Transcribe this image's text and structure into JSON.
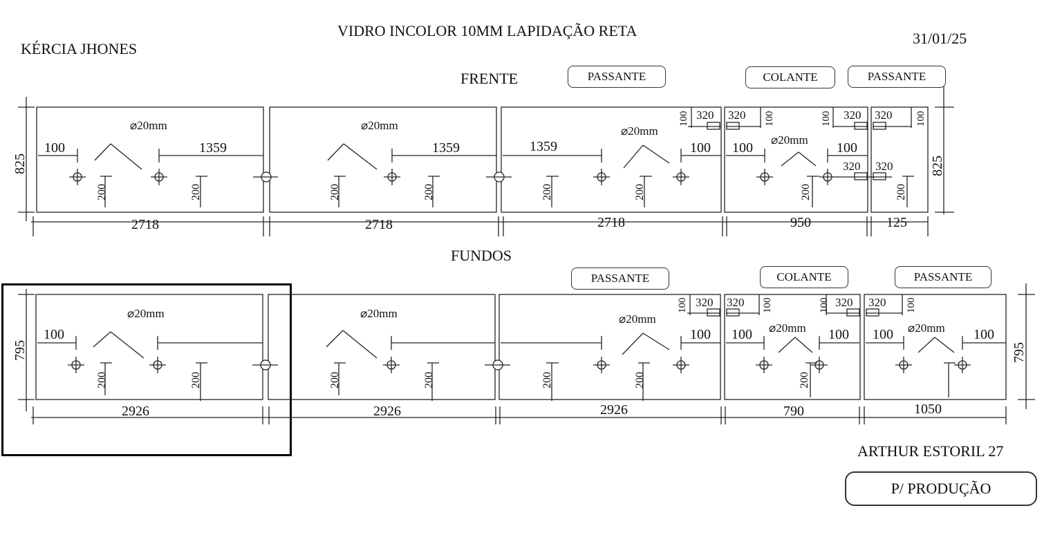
{
  "header": {
    "client": "KÉRCIA JHONES",
    "title": "VIDRO INCOLOR 10MM LAPIDAÇÃO RETA",
    "date": "31/01/25"
  },
  "footer": {
    "address": "ARTHUR ESTORIL 27",
    "status": "P/ PRODUÇÃO"
  },
  "colors": {
    "line": "#222222",
    "highlight": "#000000"
  },
  "sections": [
    {
      "label": "FRENTE",
      "height_label": "825",
      "tags": [
        "PASSANTE",
        "COLANTE",
        "PASSANTE"
      ],
      "panels": [
        {
          "width": "2718",
          "hole_dia": "⌀20mm",
          "dims": [
            "100",
            "1359",
            "200",
            "200"
          ]
        },
        {
          "width": "2718",
          "hole_dia": "⌀20mm",
          "dims": [
            "1359",
            "200",
            "200"
          ]
        },
        {
          "width": "2718",
          "hole_dia": "⌀20mm",
          "dims": [
            "1359",
            "100",
            "200",
            "200",
            "100",
            "320"
          ]
        },
        {
          "width": "950",
          "hole_dia": "⌀20mm",
          "dims": [
            "320",
            "100",
            "100",
            "100",
            "100",
            "320",
            "320",
            "200"
          ]
        },
        {
          "width": "125",
          "hole_dia": "",
          "dims": [
            "320",
            "100",
            "320",
            "200"
          ]
        }
      ]
    },
    {
      "label": "FUNDOS",
      "height_label": "795",
      "tags": [
        "PASSANTE",
        "COLANTE",
        "PASSANTE"
      ],
      "panels": [
        {
          "width": "2926",
          "hole_dia": "⌀20mm",
          "dims": [
            "100",
            "200",
            "200"
          ]
        },
        {
          "width": "2926",
          "hole_dia": "⌀20mm",
          "dims": [
            "200",
            "200"
          ]
        },
        {
          "width": "2926",
          "hole_dia": "⌀20mm",
          "dims": [
            "100",
            "200",
            "200",
            "100",
            "320"
          ]
        },
        {
          "width": "790",
          "hole_dia": "⌀20mm",
          "dims": [
            "320",
            "100",
            "100",
            "100",
            "100",
            "320",
            "200"
          ]
        },
        {
          "width": "1050",
          "hole_dia": "⌀20mm",
          "dims": [
            "320",
            "100",
            "100",
            "100"
          ]
        }
      ]
    }
  ]
}
